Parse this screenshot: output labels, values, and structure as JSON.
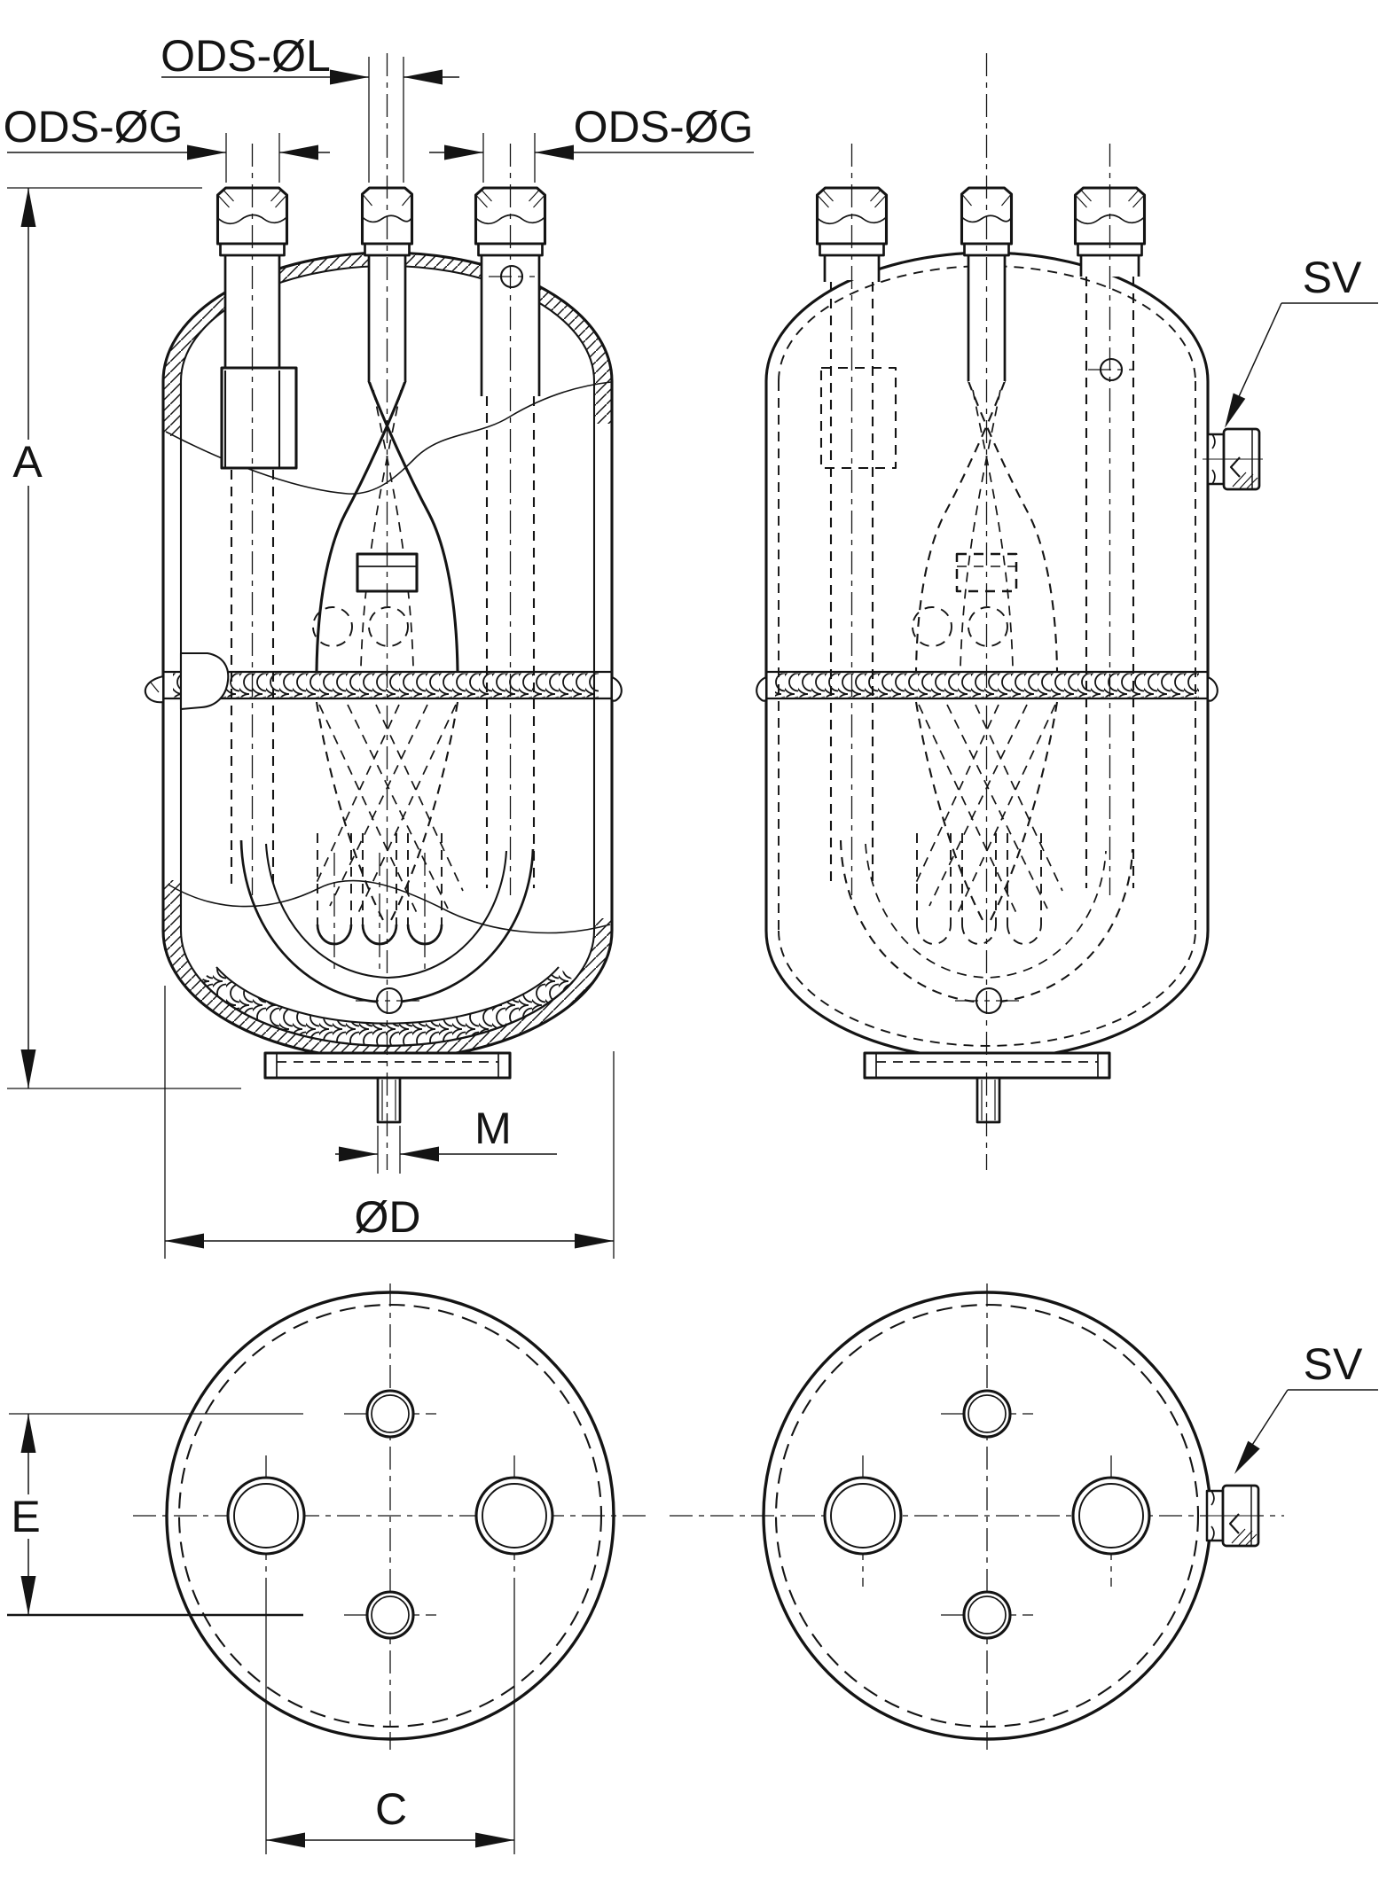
{
  "drawing": {
    "labels": {
      "ods_l": "ODS-ØL",
      "ods_g_left": "ODS-ØG",
      "ods_g_right": "ODS-ØG",
      "height_a": "A",
      "stud_m": "M",
      "diameter_d": "ØD",
      "offset_e": "E",
      "spacing_c": "C",
      "valve_top": "SV",
      "valve_bottom": "SV"
    },
    "colors": {
      "ink": "#141414",
      "paper": "#ffffff"
    }
  }
}
